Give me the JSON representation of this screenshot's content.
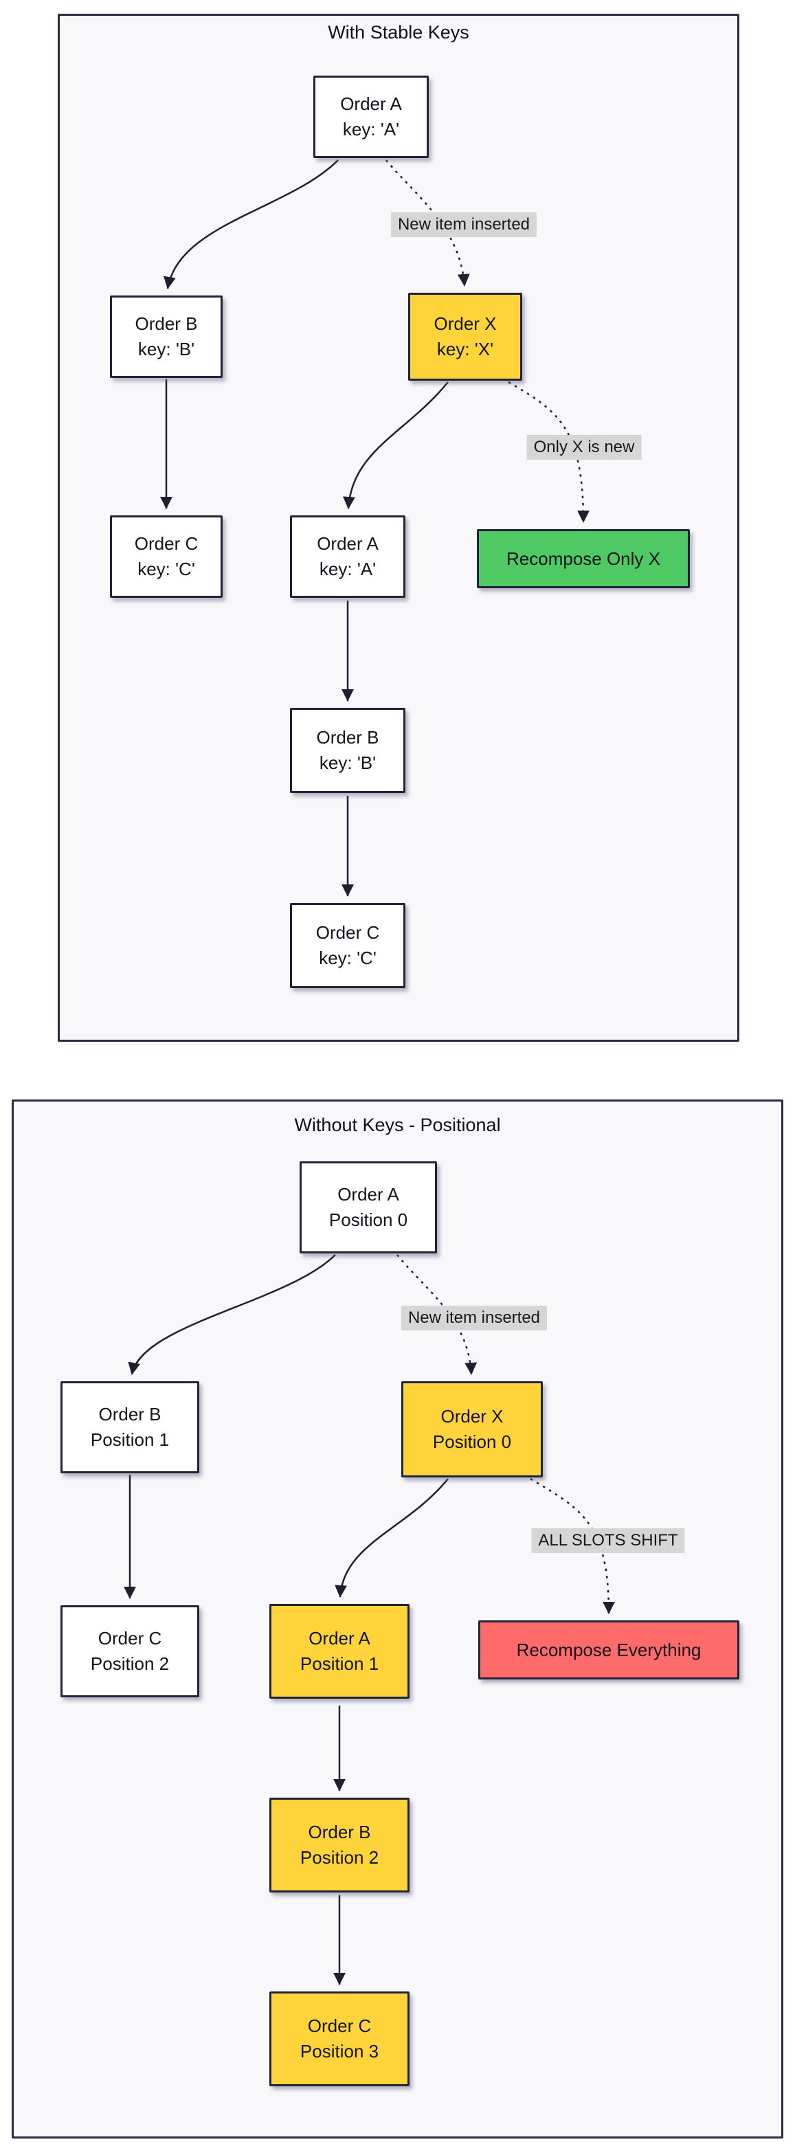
{
  "colors": {
    "panel-border": "#2a2a45",
    "panel-bg": "#f8f8fb",
    "node-border": "#22223a",
    "node-bg": "#ffffff",
    "highlight-bg": "#ffd43b",
    "success-bg": "#4ec964",
    "danger-bg": "#ff6b6b",
    "label-bg": "#d6d6d6",
    "edge-color": "#1f1f30",
    "text-color": "#14141f"
  },
  "stable": {
    "title": "With Stable Keys",
    "nodes": {
      "a0": {
        "line1": "Order A",
        "line2": "key: 'A'"
      },
      "b0": {
        "line1": "Order B",
        "line2": "key: 'B'"
      },
      "c0": {
        "line1": "Order C",
        "line2": "key: 'C'"
      },
      "x": {
        "line1": "Order X",
        "line2": "key: 'X'"
      },
      "a1": {
        "line1": "Order A",
        "line2": "key: 'A'"
      },
      "b1": {
        "line1": "Order B",
        "line2": "key: 'B'"
      },
      "c1": {
        "line1": "Order C",
        "line2": "key: 'C'"
      }
    },
    "labels": {
      "inserted": "New item inserted",
      "only_x": "Only X is new"
    },
    "result": "Recompose Only X"
  },
  "positional": {
    "title": "Without Keys - Positional",
    "nodes": {
      "a0": {
        "line1": "Order A",
        "line2": "Position 0"
      },
      "b0": {
        "line1": "Order B",
        "line2": "Position 1"
      },
      "c0": {
        "line1": "Order C",
        "line2": "Position 2"
      },
      "x": {
        "line1": "Order X",
        "line2": "Position 0"
      },
      "a1": {
        "line1": "Order A",
        "line2": "Position 1"
      },
      "b1": {
        "line1": "Order B",
        "line2": "Position 2"
      },
      "c1": {
        "line1": "Order C",
        "line2": "Position 3"
      }
    },
    "labels": {
      "inserted": "New item inserted",
      "shift": "ALL SLOTS SHIFT"
    },
    "result": "Recompose Everything"
  }
}
